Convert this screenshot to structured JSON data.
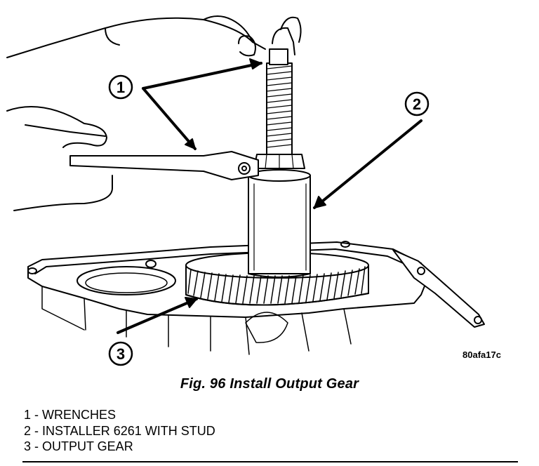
{
  "figure": {
    "code": "80afa17c",
    "caption": "Fig. 96 Install Output Gear",
    "callouts": [
      "1",
      "2",
      "3"
    ],
    "legend": [
      "1 - WRENCHES",
      "2 - INSTALLER 6261 WITH STUD",
      "3 - OUTPUT GEAR"
    ]
  },
  "colors": {
    "ink": "#000000",
    "paper": "#ffffff"
  }
}
